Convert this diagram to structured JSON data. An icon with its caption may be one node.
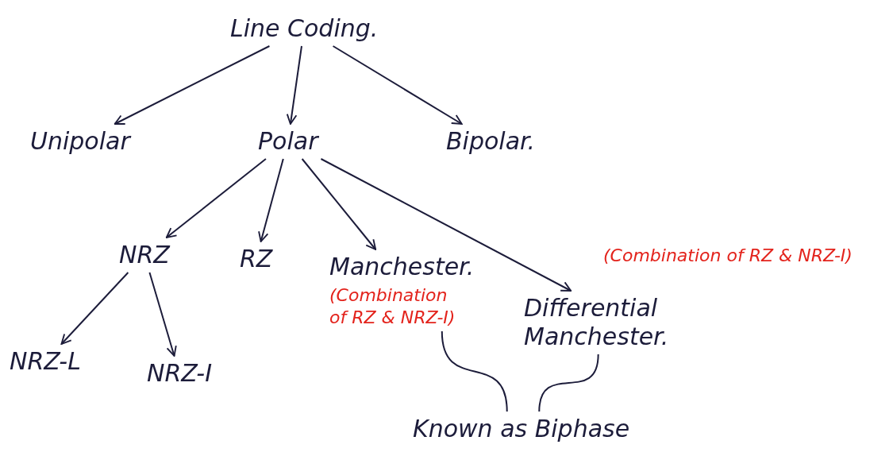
{
  "diagram": {
    "nodes": [
      {
        "text": [
          "Line Coding."
        ]
      },
      {
        "text": [
          "Unipolar"
        ]
      },
      {
        "text": [
          "Polar"
        ]
      },
      {
        "text": [
          "Bipolar."
        ]
      },
      {
        "text": [
          "NRZ"
        ]
      },
      {
        "text": [
          "RZ"
        ]
      },
      {
        "text": [
          "Manchester."
        ],
        "beside": [
          "(Combination of RZ & NRZ-I)"
        ]
      },
      {
        "text": [
          "Differential Manchester."
        ],
        "beside": [
          "(Combination of RZ & NRZ-I)"
        ]
      },
      {
        "text": [
          "NRZ-L"
        ]
      },
      {
        "text": [
          "NRZ-I"
        ]
      },
      {
        "text": [
          "Known as Biphase"
        ]
      }
    ],
    "edges": [
      {
        "from": 0,
        "to": 1,
        "arrow": "to"
      },
      {
        "from": 0,
        "to": 2,
        "arrow": "to"
      },
      {
        "from": 0,
        "to": 3,
        "arrow": "to"
      },
      {
        "from": 2,
        "to": 4,
        "arrow": "to"
      },
      {
        "from": 2,
        "to": 5,
        "arrow": "to"
      },
      {
        "from": 2,
        "to": 6,
        "arrow": "to"
      },
      {
        "from": 2,
        "to": 7,
        "arrow": "to"
      },
      {
        "from": 4,
        "to": 8,
        "arrow": "to"
      },
      {
        "from": 4,
        "to": 9,
        "arrow": "to"
      },
      {
        "from": 10,
        "to": 6,
        "arrow": "none"
      },
      {
        "from": 10,
        "to": 7,
        "arrow": "none"
      }
    ]
  }
}
